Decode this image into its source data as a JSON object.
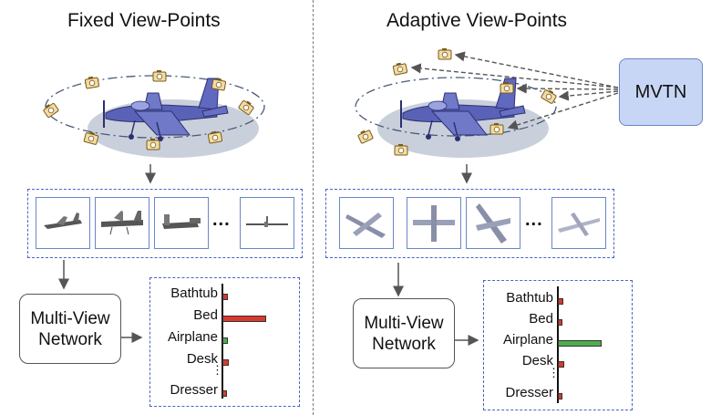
{
  "left": {
    "title": "Fixed View-Points",
    "network_line1": "Multi-View",
    "network_line2": "Network",
    "ellipsis": "...",
    "classes": [
      "Bathtub",
      "Bed",
      "Airplane",
      "Desk",
      "Dresser"
    ],
    "scores": [
      0.12,
      1.0,
      0.12,
      0.15,
      0.1
    ],
    "highlight_index": 1,
    "bar_color": "#d93a2b"
  },
  "right": {
    "title": "Adaptive View-Points",
    "mvtn_label": "MVTN",
    "network_line1": "Multi-View",
    "network_line2": "Network",
    "ellipsis": "...",
    "classes": [
      "Bathtub",
      "Bed",
      "Airplane",
      "Desk",
      "Dresser"
    ],
    "scores": [
      0.12,
      0.1,
      1.0,
      0.15,
      0.1
    ],
    "highlight_index": 2,
    "bar_color_correct": "#4cae4c",
    "bar_color": "#d93a2b"
  },
  "colors": {
    "box_border": "#4a64c8",
    "mvtn_fill": "#c8d6f5",
    "platform": "#c9d0dc",
    "airplane": "#5a62b8",
    "camera": "#e6c27a"
  },
  "icons": [
    "camera-icon",
    "airplane-icon",
    "arrow-icon"
  ]
}
